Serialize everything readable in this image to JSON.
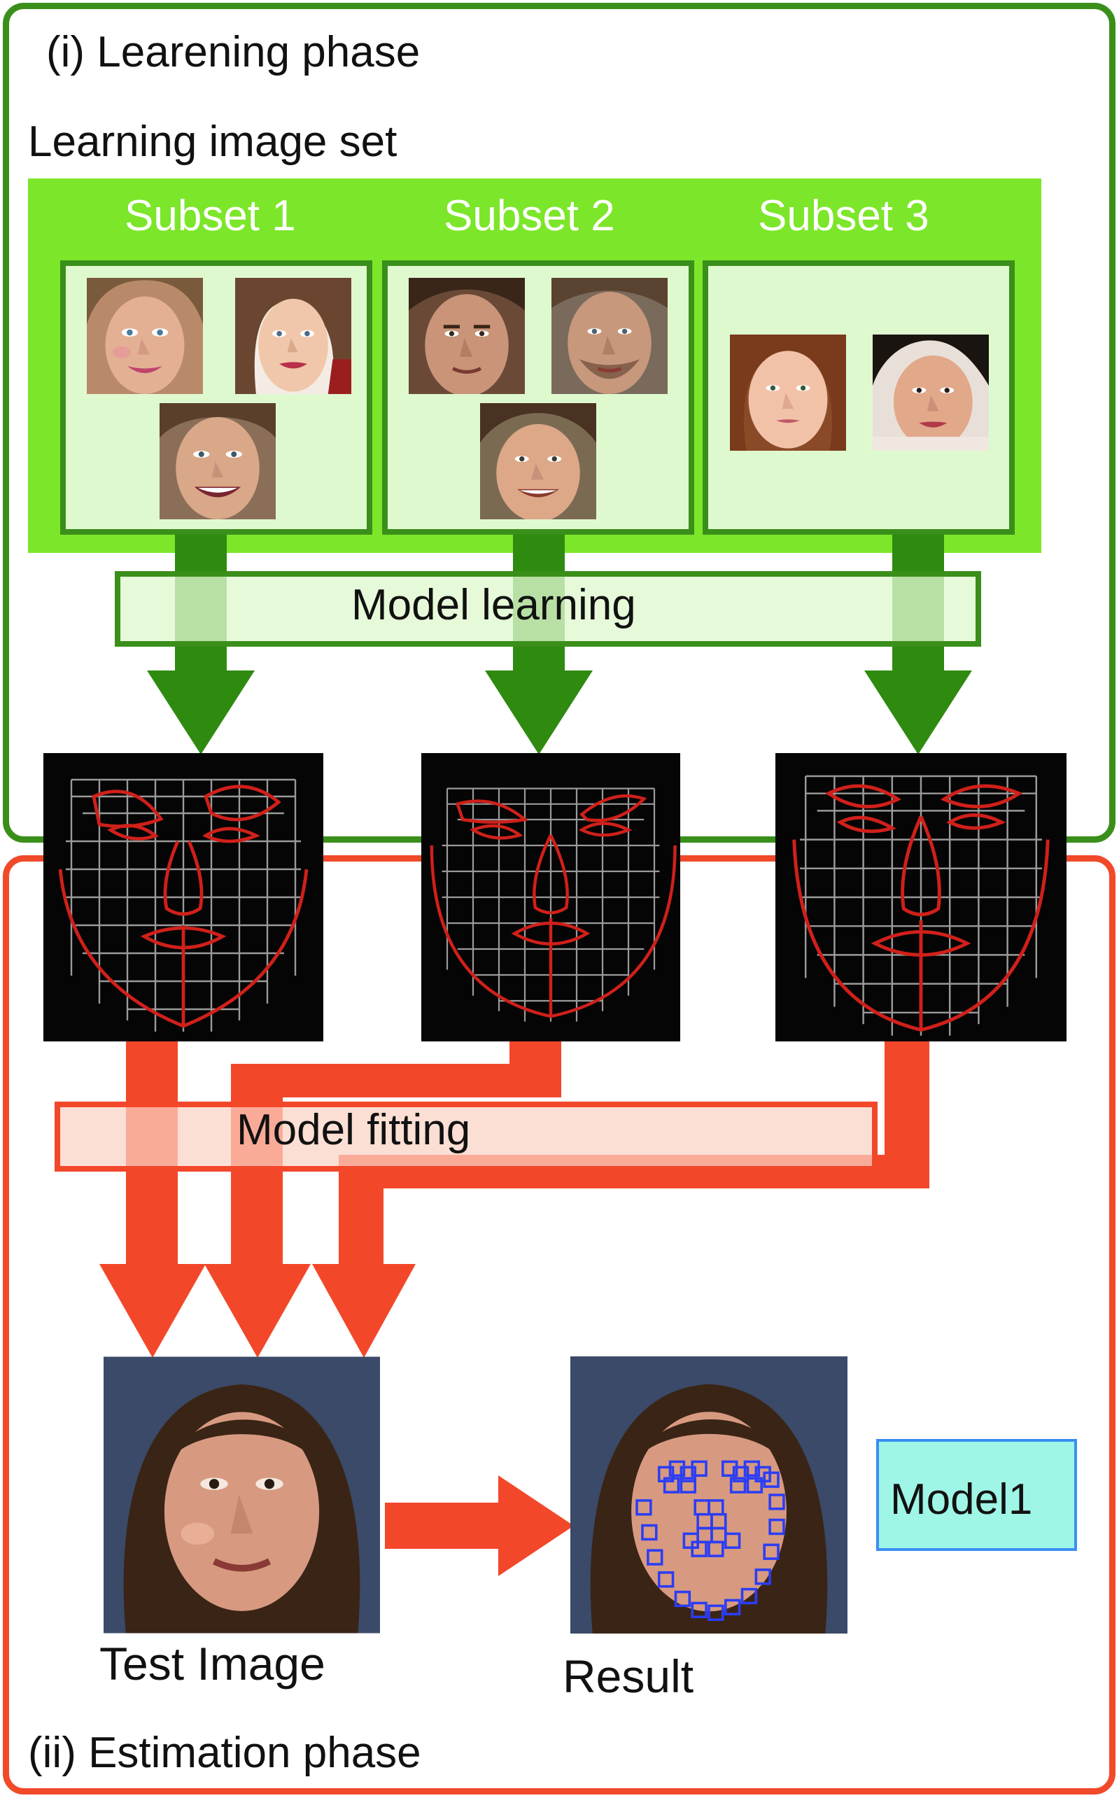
{
  "learning_phase": {
    "title": "(i) Learening phase",
    "image_set_label": "Learning image set",
    "subsets": [
      {
        "label": "Subset 1",
        "face_count": 3
      },
      {
        "label": "Subset 2",
        "face_count": 3
      },
      {
        "label": "Subset 3",
        "face_count": 2
      }
    ],
    "model_learning_label": "Model learning"
  },
  "estimation_phase": {
    "title": "(ii) Estimation phase",
    "model_fitting_label": "Model fitting",
    "test_image_label": "Test Image",
    "result_label": "Result",
    "selected_model_label": "Model1"
  },
  "colors": {
    "learning_border": "#3a8f1a",
    "learning_fill": "#7ce62a",
    "subset_inner": "#dff9cf",
    "learning_arrow": "#2f8a10",
    "estimation_border": "#f04a2a",
    "estimation_arrow": "#f3472a",
    "model1_box": "#9ff5e6",
    "fitting_marks": "#2b3df5",
    "landmark_lines": "#d0201a"
  }
}
